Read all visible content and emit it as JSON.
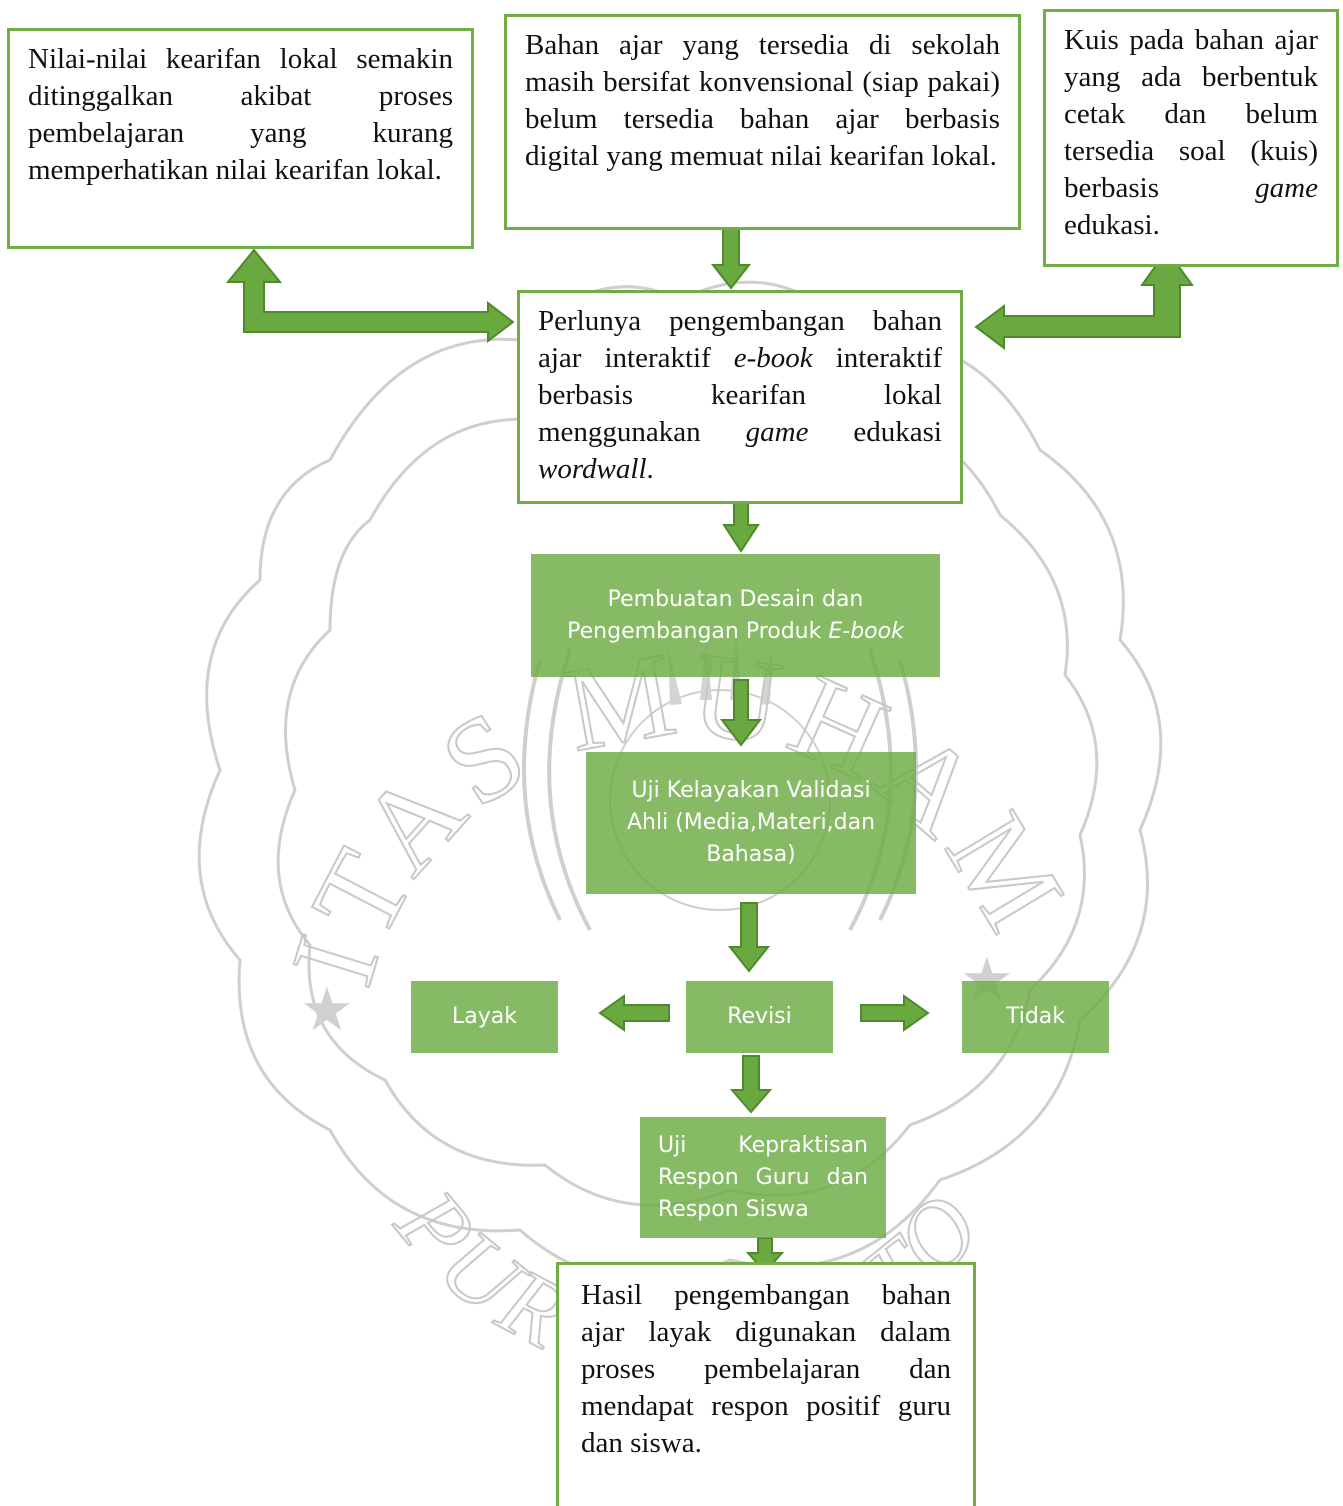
{
  "seal": {
    "arc_text": "UNIVERSITAS MUHAMMADIYAH",
    "bottom_text": "PURWOKERTO"
  },
  "colors": {
    "accent_green": "#70ad47",
    "arrow_fill": "#6aa840",
    "arrow_stroke": "#4e8a2c",
    "watermark": "#cfcfcf"
  },
  "nodes": {
    "problem_left": "Nilai-nilai kearifan lokal semakin ditinggalkan akibat proses pembelajaran yang kurang memperhatikan nilai kearifan lokal.",
    "problem_center": "Bahan ajar yang tersedia di sekolah masih bersifat konvensional (siap pakai) belum tersedia bahan ajar berbasis digital yang memuat nilai kearifan lokal.",
    "problem_right": {
      "part1": "Kuis pada bahan ajar yang ada berbentuk cetak dan belum tersedia soal (kuis) berbasis ",
      "italic": "game",
      "part2": " edukasi."
    },
    "need": {
      "part1": "Perlunya pengembangan bahan ajar interaktif ",
      "italic1": "e-book",
      "part2": " interaktif berbasis kearifan lokal menggunakan ",
      "italic2": "game",
      "part3": " edukasi ",
      "italic3": "wordwall",
      "part4": "."
    },
    "design": {
      "line1": "Pembuatan Desain dan",
      "line2a": "Pengembangan Produk ",
      "line2_italic": "E-book"
    },
    "validation": "Uji Kelayakan Validasi Ahli (Media,Materi,dan Bahasa)",
    "revisi": "Revisi",
    "layak": "Layak",
    "tidak": "Tidak",
    "practicality": "Uji Kepraktisan Respon Guru dan Respon Siswa",
    "result": "Hasil pengembangan bahan ajar layak digunakan dalam proses pembelajaran dan mendapat respon positif guru dan siswa."
  }
}
